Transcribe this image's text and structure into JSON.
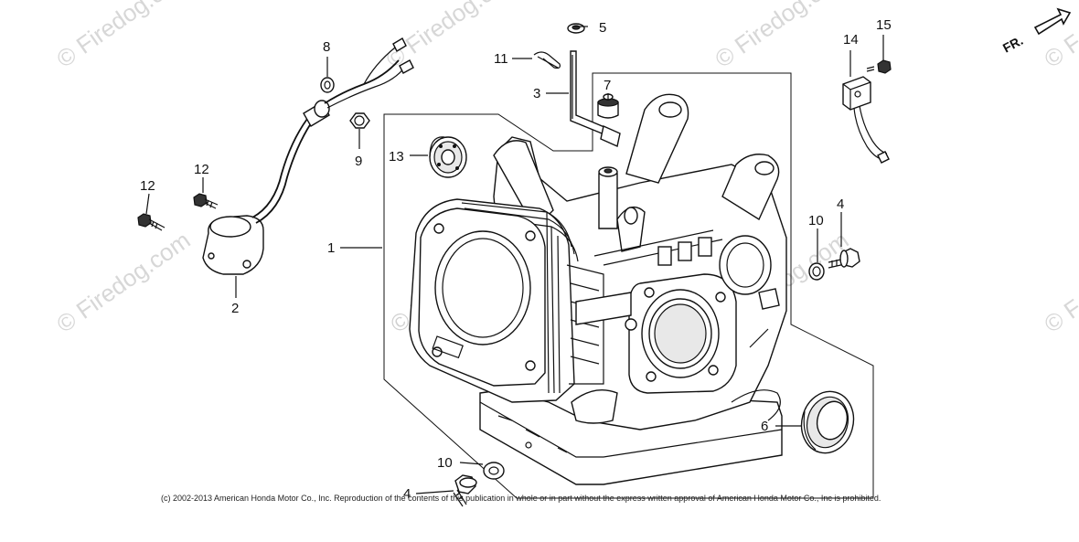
{
  "watermark": {
    "text": "© Firedog.com",
    "text_short": "© Firedog.c",
    "text_edge": "© F"
  },
  "orientation": {
    "label": "FR."
  },
  "callouts": [
    {
      "id": "c1",
      "label": "1"
    },
    {
      "id": "c2",
      "label": "2"
    },
    {
      "id": "c3",
      "label": "3"
    },
    {
      "id": "c4a",
      "label": "4"
    },
    {
      "id": "c4b",
      "label": "4"
    },
    {
      "id": "c5",
      "label": "5"
    },
    {
      "id": "c6",
      "label": "6"
    },
    {
      "id": "c7",
      "label": "7"
    },
    {
      "id": "c8",
      "label": "8"
    },
    {
      "id": "c9",
      "label": "9"
    },
    {
      "id": "c10a",
      "label": "10"
    },
    {
      "id": "c10b",
      "label": "10"
    },
    {
      "id": "c11",
      "label": "11"
    },
    {
      "id": "c12a",
      "label": "12"
    },
    {
      "id": "c12b",
      "label": "12"
    },
    {
      "id": "c13",
      "label": "13"
    },
    {
      "id": "c14",
      "label": "14"
    },
    {
      "id": "c15",
      "label": "15"
    }
  ],
  "copyright": "(c) 2002-2013 American Honda Motor Co., Inc. Reproduction of the contents of this publication in whole or in part without the express written approval of American Honda Motor Co., Inc is prohibited."
}
